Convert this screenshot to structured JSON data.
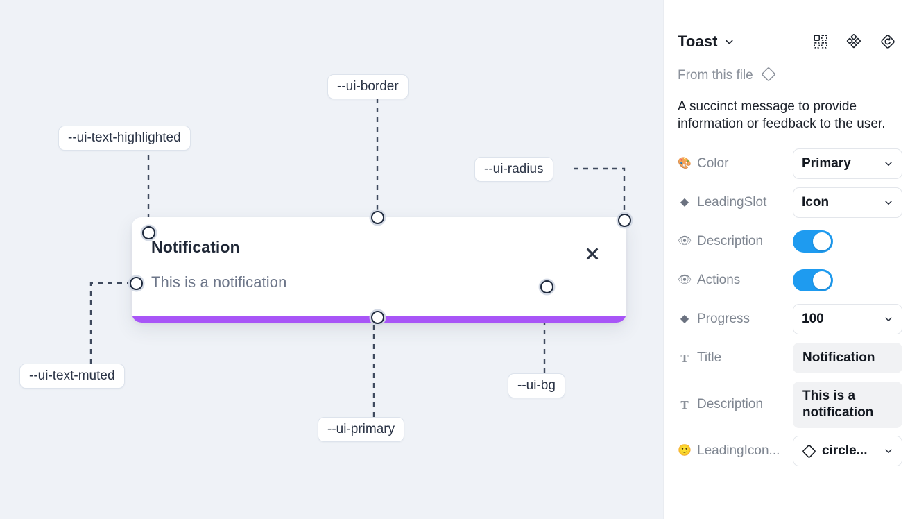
{
  "canvas": {
    "background_color": "#eff2f7",
    "toast": {
      "title": "Notification",
      "description": "This is a notification",
      "close_icon": "close-icon",
      "progress_color": "#a855f7",
      "background_color": "#ffffff"
    },
    "tokens": [
      {
        "id": "text-highlighted",
        "label": "--ui-text-highlighted"
      },
      {
        "id": "border",
        "label": "--ui-border"
      },
      {
        "id": "radius",
        "label": "--ui-radius"
      },
      {
        "id": "text-muted",
        "label": "--ui-text-muted"
      },
      {
        "id": "primary",
        "label": "--ui-primary"
      },
      {
        "id": "bg",
        "label": "--ui-bg"
      }
    ]
  },
  "panel": {
    "title": "Toast",
    "title_caret_icon": "chevron-down-icon",
    "header_icons": [
      {
        "name": "component-set-icon"
      },
      {
        "name": "variants-icon"
      },
      {
        "name": "reset-instance-icon"
      }
    ],
    "from_file": {
      "label": "From this file",
      "icon": "diamond-icon"
    },
    "description": "A succinct message to provide information or feedback to the user.",
    "properties": [
      {
        "icon": "palette-icon",
        "glyph": "🎨",
        "icon_kind": "emoji",
        "label": "Color",
        "control": "select",
        "value": "Primary"
      },
      {
        "icon": "diamond-icon",
        "glyph": "◆",
        "icon_kind": "diamond",
        "label": "LeadingSlot",
        "control": "select",
        "value": "Icon"
      },
      {
        "icon": "eye-icon",
        "glyph": "👁",
        "icon_kind": "emoji",
        "label": "Description",
        "control": "toggle",
        "value": "on"
      },
      {
        "icon": "eye-icon",
        "glyph": "👁",
        "icon_kind": "emoji",
        "label": "Actions",
        "control": "toggle",
        "value": "on"
      },
      {
        "icon": "diamond-icon",
        "glyph": "◆",
        "icon_kind": "diamond",
        "label": "Progress",
        "control": "select",
        "value": "100"
      },
      {
        "icon": "text-icon",
        "glyph": "T",
        "icon_kind": "serif",
        "label": "Title",
        "control": "field",
        "value": "Notification"
      },
      {
        "icon": "text-icon",
        "glyph": "T",
        "icon_kind": "serif",
        "label": "Description",
        "control": "field",
        "value": "This is a notification"
      },
      {
        "icon": "smiley-icon",
        "glyph": "🙂",
        "icon_kind": "emoji",
        "label": "LeadingIcon...",
        "control": "select-icon",
        "value": "circle..."
      }
    ],
    "colors": {
      "toggle_on": "#1e9bf0",
      "field_bg": "#f1f2f4"
    }
  }
}
